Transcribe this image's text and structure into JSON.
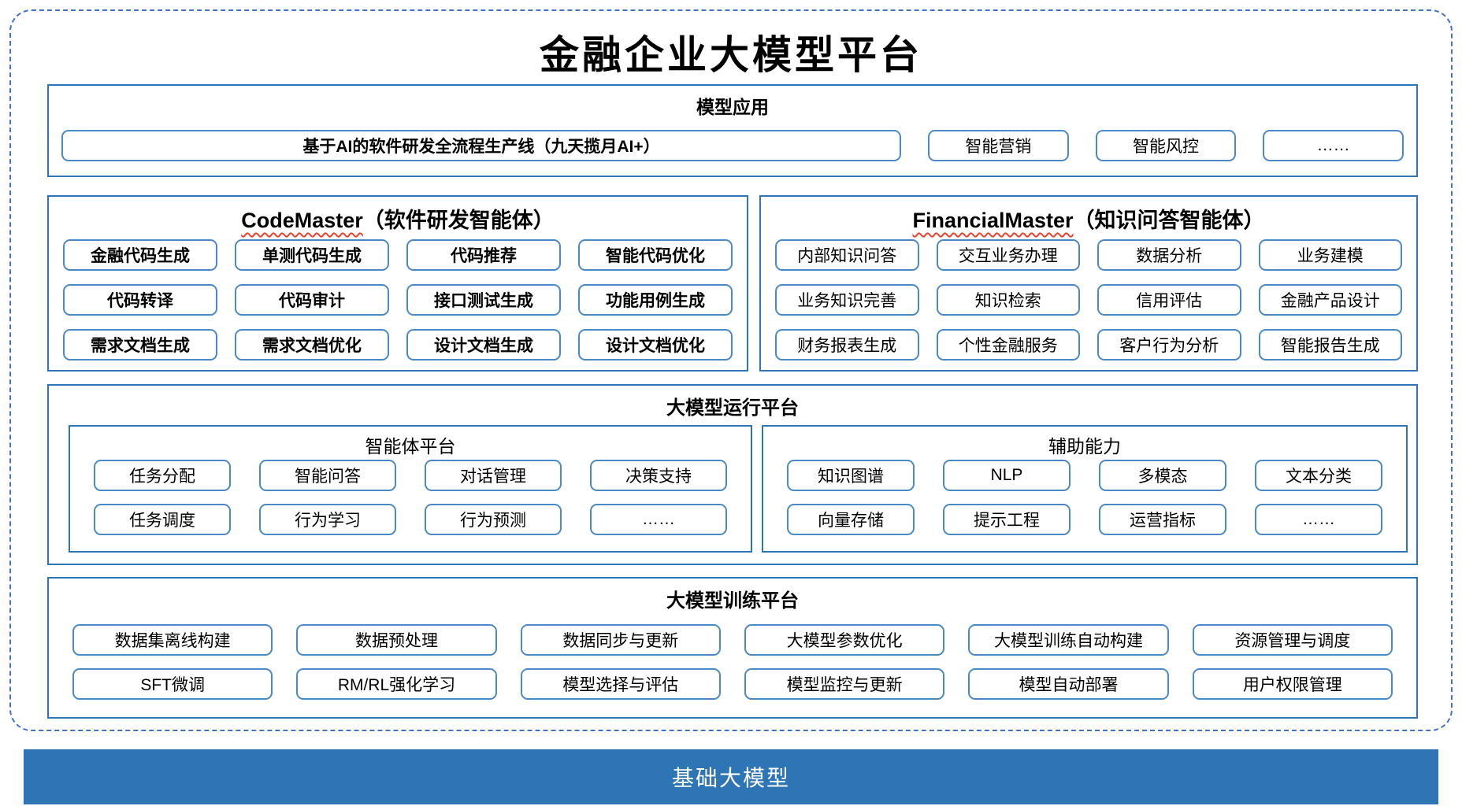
{
  "page_title": "金融企业大模型平台",
  "colors": {
    "panel_border": "#2E75B6",
    "item_border": "#4A89C8",
    "outer_dashed_border": "#4472C4",
    "foundation_bg": "#2E75B6",
    "foundation_text": "#FFFFFF",
    "squiggle_underline": "#E8442E",
    "text": "#000000"
  },
  "model_application": {
    "title": "模型应用",
    "pipeline_item": "基于AI的软件研发全流程生产线（九天揽月AI+）",
    "items": [
      "智能营销",
      "智能风控",
      "……"
    ]
  },
  "codemaster": {
    "name_en": "CodeMaster",
    "name_zh": "（软件研发智能体）",
    "items": [
      "金融代码生成",
      "单测代码生成",
      "代码推荐",
      "智能代码优化",
      "代码转译",
      "代码审计",
      "接口测试生成",
      "功能用例生成",
      "需求文档生成",
      "需求文档优化",
      "设计文档生成",
      "设计文档优化"
    ]
  },
  "financialmaster": {
    "name_en": "FinancialMaster",
    "name_zh": "（知识问答智能体）",
    "items": [
      "内部知识问答",
      "交互业务办理",
      "数据分析",
      "业务建模",
      "业务知识完善",
      "知识检索",
      "信用评估",
      "金融产品设计",
      "财务报表生成",
      "个性金融服务",
      "客户行为分析",
      "智能报告生成"
    ]
  },
  "runtime_platform": {
    "title": "大模型运行平台",
    "agent_platform": {
      "title": "智能体平台",
      "items": [
        "任务分配",
        "智能问答",
        "对话管理",
        "决策支持",
        "任务调度",
        "行为学习",
        "行为预测",
        "……"
      ]
    },
    "auxiliary": {
      "title": "辅助能力",
      "items": [
        "知识图谱",
        "NLP",
        "多模态",
        "文本分类",
        "向量存储",
        "提示工程",
        "运营指标",
        "……"
      ]
    }
  },
  "training_platform": {
    "title": "大模型训练平台",
    "items": [
      "数据集离线构建",
      "数据预处理",
      "数据同步与更新",
      "大模型参数优化",
      "大模型训练自动构建",
      "资源管理与调度",
      "SFT微调",
      "RM/RL强化学习",
      "模型选择与评估",
      "模型监控与更新",
      "模型自动部署",
      "用户权限管理"
    ]
  },
  "foundation_model": {
    "title": "基础大模型"
  }
}
